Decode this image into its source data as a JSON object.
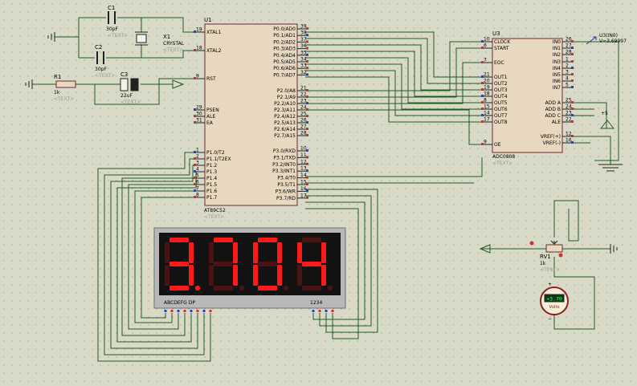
{
  "u1": {
    "ref": "U1",
    "part": "AT89C52",
    "text_tag": "<TEXT>",
    "left_pins": [
      {
        "name": "XTAL1",
        "num": "19"
      },
      {
        "name": "XTAL2",
        "num": "18"
      },
      {
        "name": "RST",
        "num": "9"
      },
      {
        "name": "PSEN",
        "num": "29"
      },
      {
        "name": "ALE",
        "num": "30"
      },
      {
        "name": "EA",
        "num": "31"
      },
      {
        "name": "P1.0/T2",
        "num": "1"
      },
      {
        "name": "P1.1/T2EX",
        "num": "2"
      },
      {
        "name": "P1.2",
        "num": "3"
      },
      {
        "name": "P1.3",
        "num": "4"
      },
      {
        "name": "P1.4",
        "num": "5"
      },
      {
        "name": "P1.5",
        "num": "6"
      },
      {
        "name": "P1.6",
        "num": "7"
      },
      {
        "name": "P1.7",
        "num": "8"
      }
    ],
    "right_pins": [
      {
        "name": "P0.0/AD0",
        "num": "39"
      },
      {
        "name": "P0.1/AD1",
        "num": "38"
      },
      {
        "name": "P0.2/AD2",
        "num": "37"
      },
      {
        "name": "P0.3/AD3",
        "num": "36"
      },
      {
        "name": "P0.4/AD4",
        "num": "35"
      },
      {
        "name": "P0.5/AD5",
        "num": "34"
      },
      {
        "name": "P0.6/AD6",
        "num": "33"
      },
      {
        "name": "P0.7/AD7",
        "num": "32"
      },
      {
        "name": "P2.0/A8",
        "num": "21"
      },
      {
        "name": "P2.1/A9",
        "num": "22"
      },
      {
        "name": "P2.2/A10",
        "num": "23"
      },
      {
        "name": "P2.3/A11",
        "num": "24"
      },
      {
        "name": "P2.4/A12",
        "num": "25"
      },
      {
        "name": "P2.5/A13",
        "num": "26"
      },
      {
        "name": "P2.6/A14",
        "num": "27"
      },
      {
        "name": "P2.7/A15",
        "num": "28"
      },
      {
        "name": "P3.0/RXD",
        "num": "10"
      },
      {
        "name": "P3.1/TXD",
        "num": "11"
      },
      {
        "name": "P3.2/INT0",
        "num": "12"
      },
      {
        "name": "P3.3/INT1",
        "num": "13"
      },
      {
        "name": "P3.4/T0",
        "num": "14"
      },
      {
        "name": "P3.5/T1",
        "num": "15"
      },
      {
        "name": "P3.6/WR",
        "num": "16"
      },
      {
        "name": "P3.7/RD",
        "num": "17"
      }
    ]
  },
  "u3": {
    "ref": "U3",
    "part": "ADC0808",
    "text_tag": "<TEXT>",
    "left_pins": [
      {
        "name": "CLOCK",
        "num": "10"
      },
      {
        "name": "START",
        "num": "6"
      },
      {
        "name": "EOC",
        "num": "7"
      },
      {
        "name": "OUT1",
        "num": "21"
      },
      {
        "name": "OUT2",
        "num": "20"
      },
      {
        "name": "OUT3",
        "num": "19"
      },
      {
        "name": "OUT4",
        "num": "18"
      },
      {
        "name": "OUT5",
        "num": "8"
      },
      {
        "name": "OUT6",
        "num": "15"
      },
      {
        "name": "OUT7",
        "num": "14"
      },
      {
        "name": "OUT8",
        "num": "17"
      },
      {
        "name": "OE",
        "num": "9"
      }
    ],
    "right_pins": [
      {
        "name": "IN0",
        "num": "26"
      },
      {
        "name": "IN1",
        "num": "27"
      },
      {
        "name": "IN2",
        "num": "28"
      },
      {
        "name": "IN3",
        "num": "1"
      },
      {
        "name": "IN4",
        "num": "2"
      },
      {
        "name": "IN5",
        "num": "3"
      },
      {
        "name": "IN6",
        "num": "4"
      },
      {
        "name": "IN7",
        "num": "5"
      },
      {
        "name": "ADD A",
        "num": "25"
      },
      {
        "name": "ADD B",
        "num": "24"
      },
      {
        "name": "ADD C",
        "num": "23"
      },
      {
        "name": "ALE",
        "num": "22"
      },
      {
        "name": "VREF(+)",
        "num": "12"
      },
      {
        "name": "VREF(-)",
        "num": "16"
      }
    ]
  },
  "components": {
    "c1": {
      "ref": "C1",
      "value": "30pF",
      "tag": "<TEXT>"
    },
    "c2": {
      "ref": "C2",
      "value": "30pF",
      "tag": "<TEXT>"
    },
    "c3": {
      "ref": "C3",
      "value": "22uF",
      "tag": "<TEXT>"
    },
    "x1": {
      "ref": "X1",
      "value": "CRYSTAL",
      "tag": "<TEXT>"
    },
    "r1": {
      "ref": "R1",
      "value": "1k",
      "tag": "<TEXT>"
    },
    "rv1": {
      "ref": "RV1",
      "value": "1k",
      "tag": "<TEXT>"
    },
    "vcc": {
      "label": "+5"
    }
  },
  "probe": {
    "label": "U3(IN0)",
    "value": "V=3.69997"
  },
  "voltmeter": {
    "reading": "+3.70",
    "unit": "Volts"
  },
  "display": {
    "digits": [
      "3",
      "7",
      "0",
      "4"
    ],
    "dp_digit": 0,
    "seg_label": "ABCDEFG DP",
    "com_label": "1234"
  },
  "colors": {
    "wire": "#1e5a1e",
    "body": "#e8d8c0",
    "segment_on": "#ff1a1a",
    "segment_off": "#4a1414",
    "pin_red": "#d03030",
    "pin_blue": "#2a40c8"
  }
}
